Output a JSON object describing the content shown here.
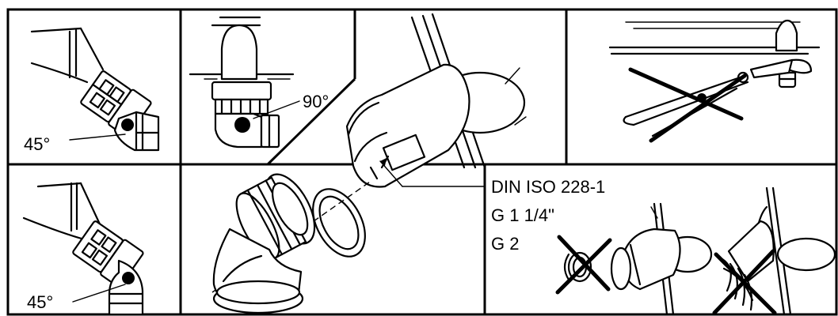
{
  "panels": {
    "angle_top_left": "45°",
    "angle_bottom_left": "45°",
    "angle_top_middle": "90°"
  },
  "thread_callout": {
    "standard": "DIN ISO 228-1",
    "size_1": "G 1 1/4\"",
    "size_2": "G 2"
  },
  "colors": {
    "line": "#000000",
    "background": "#ffffff"
  }
}
